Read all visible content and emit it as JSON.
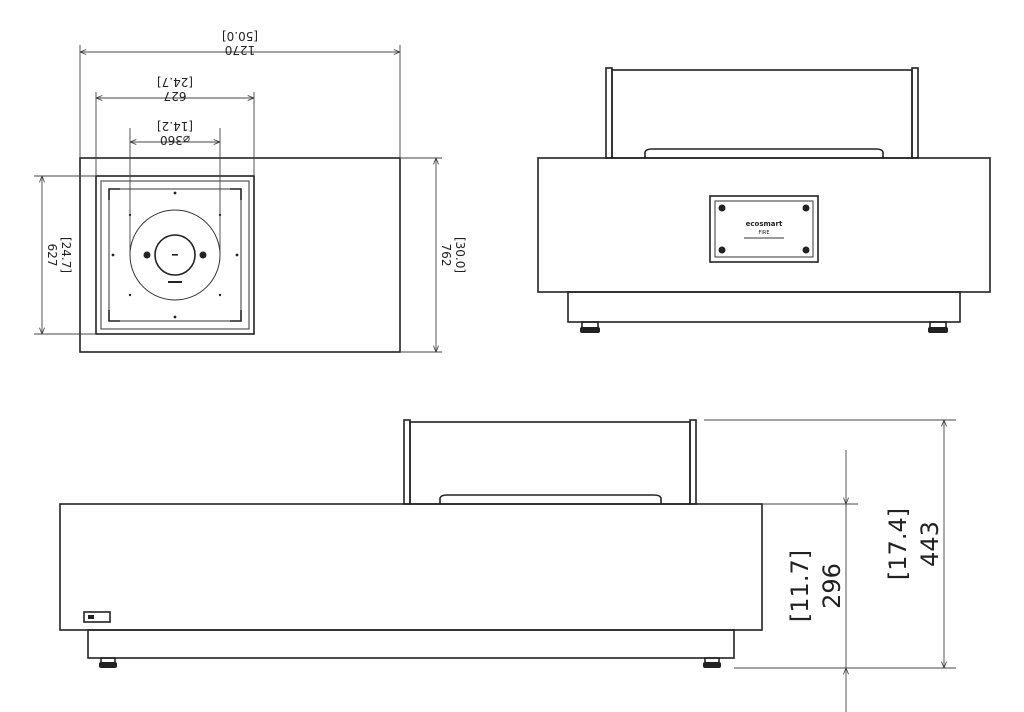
{
  "top_view": {
    "overall_width_in": "[50.0]",
    "overall_width_mm": "1270",
    "burner_box_width_in": "[24.7]",
    "burner_box_width_mm": "627",
    "burner_diameter_in": "[14.2]",
    "burner_diameter_mm": "⌀360",
    "box_depth_in": "[24.7]",
    "box_depth_mm": "627",
    "overall_depth_in": "[30.0]",
    "overall_depth_mm": "762"
  },
  "front_view": {
    "overall_height_in": "[17.4]",
    "overall_height_mm": "443",
    "body_height_in": "[11.7]",
    "body_height_mm": "296"
  },
  "logo": {
    "brand": "ecosmart",
    "model": "FIRE"
  },
  "colors": {
    "stroke": "#222222",
    "background": "#ffffff"
  }
}
